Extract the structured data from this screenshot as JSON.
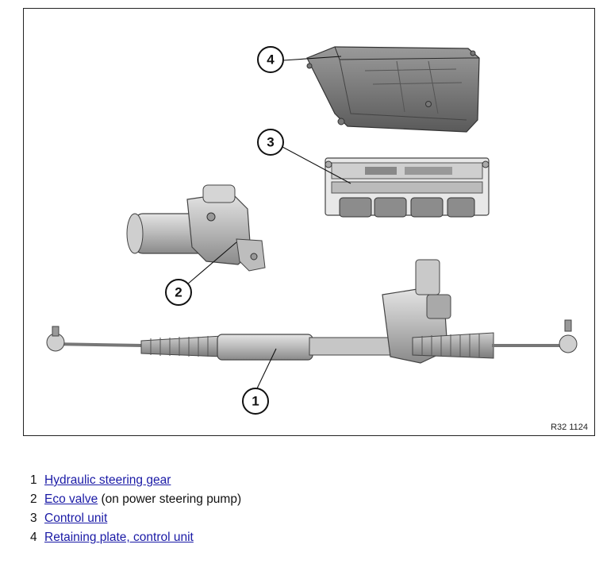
{
  "figure": {
    "reference_code": "R32 1124",
    "callouts": [
      "1",
      "2",
      "3",
      "4"
    ]
  },
  "legend": [
    {
      "number": "1",
      "link": "Hydraulic steering gear",
      "suffix": ""
    },
    {
      "number": "2",
      "link": "Eco valve",
      "suffix": " (on power steering pump)"
    },
    {
      "number": "3",
      "link": "Control unit",
      "suffix": ""
    },
    {
      "number": "4",
      "link": "Retaining plate, control unit",
      "suffix": ""
    }
  ],
  "colors": {
    "link": "#1a1aa6",
    "frame": "#222222"
  }
}
